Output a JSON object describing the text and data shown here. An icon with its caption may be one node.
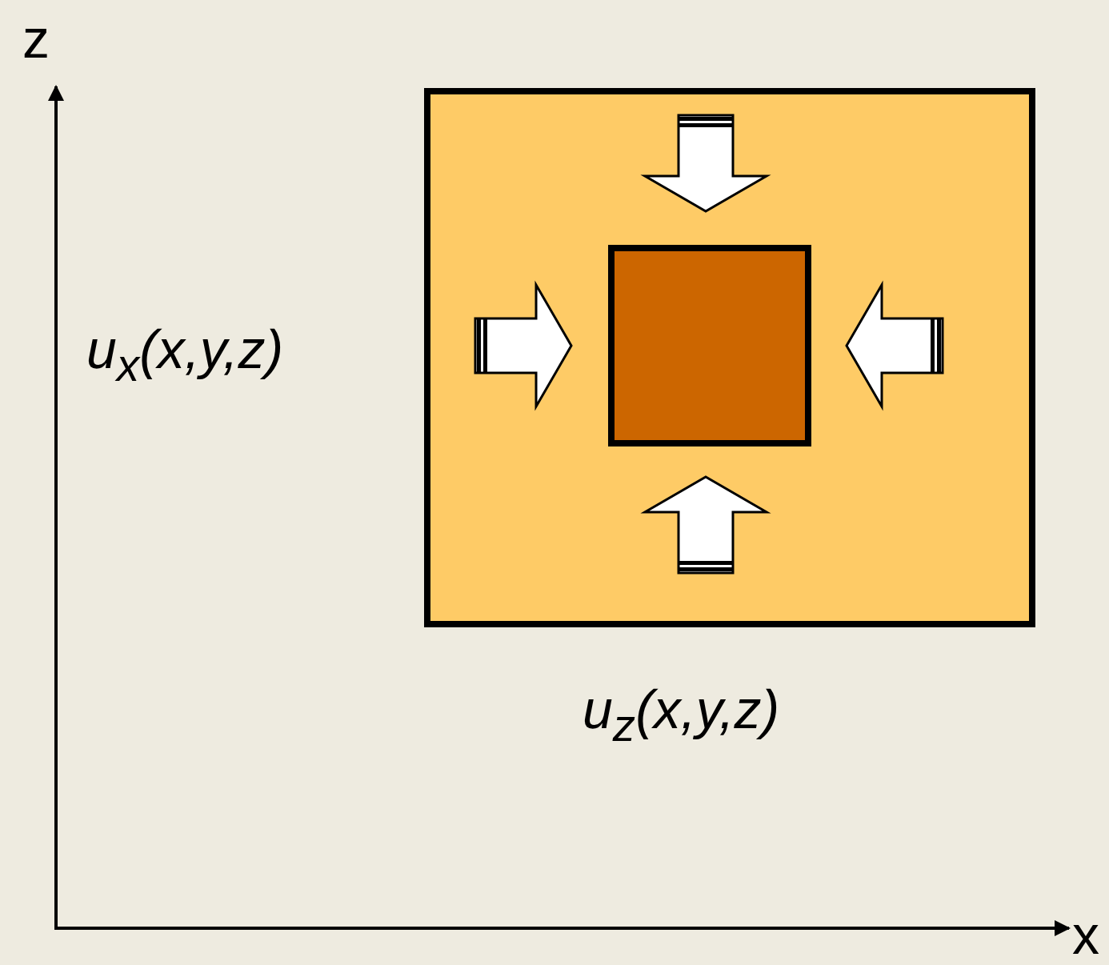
{
  "diagram": {
    "labels": [
      "z",
      "u$_{x}$(x,y,z)",
      "u$_{z}$(x,y,z)",
      "x"
    ]
  }
}
